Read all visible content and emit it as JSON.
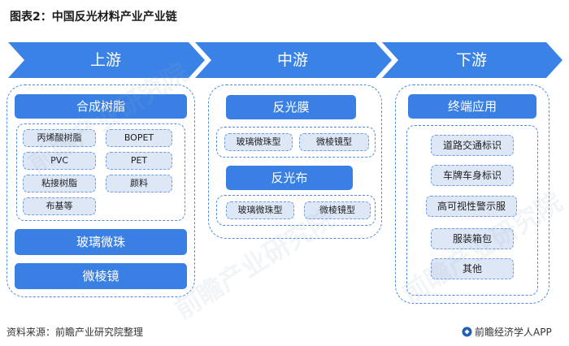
{
  "title": "图表2：中国反光材料产业产业链",
  "colors": {
    "chevron": "#3b82e6",
    "bar": "#3a80e4",
    "pill_bg": "#dde7f6",
    "dash": "#4f8de0"
  },
  "stages": [
    {
      "label": "上游"
    },
    {
      "label": "中游"
    },
    {
      "label": "下游"
    }
  ],
  "upstream": {
    "resin": {
      "label": "合成树脂",
      "items": [
        "丙烯酸树脂",
        "BOPET",
        "PVC",
        "PET",
        "粘接树脂",
        "颜料",
        "布基等"
      ]
    },
    "glass_beads": "玻璃微珠",
    "prisms": "微棱镜"
  },
  "midstream": {
    "film": {
      "label": "反光膜",
      "items": [
        "玻璃微珠型",
        "微棱镜型"
      ]
    },
    "cloth": {
      "label": "反光布",
      "items": [
        "玻璃微珠型",
        "微棱镜型"
      ]
    }
  },
  "downstream": {
    "label": "终端应用",
    "items": [
      "道路交通标识",
      "车牌车身标识",
      "高可视性警示服",
      "服装箱包",
      "其他"
    ]
  },
  "footer": {
    "source": "资料来源：前瞻产业研究院整理",
    "brand": "前瞻经济学人APP",
    "brand_icon": "qianzhan-logo-icon"
  },
  "watermark": "前瞻产业研究院"
}
